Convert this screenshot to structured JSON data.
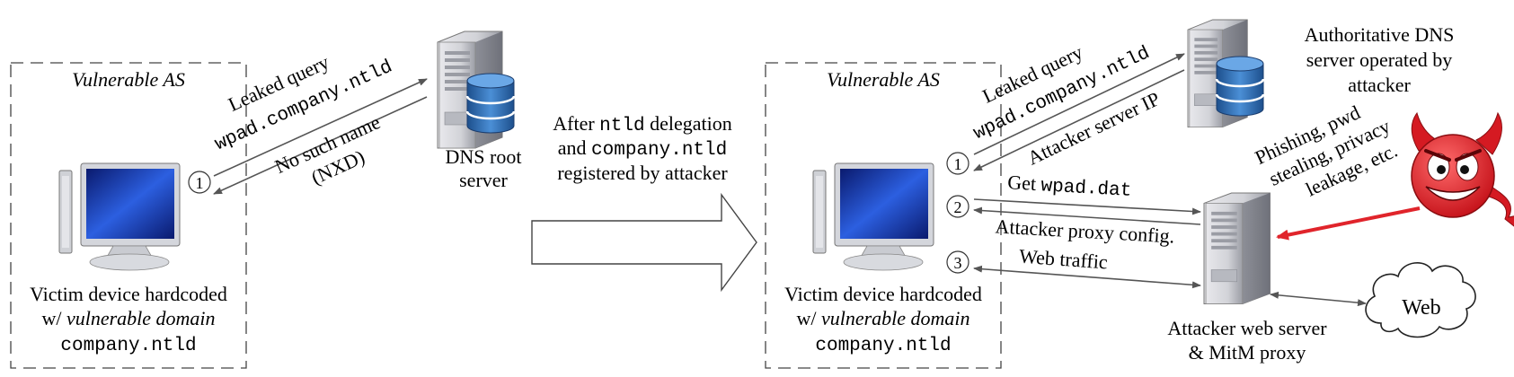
{
  "left_panel": {
    "as_label": "Vulnerable AS",
    "query_label": "Leaked query",
    "query_domain": "wpad.company.ntld",
    "reply_line1": "No such name",
    "reply_line2": "(NXD)",
    "step": "1",
    "victim_line1": "Victim device hardcoded",
    "victim_line2_prefix": "w/ ",
    "victim_line2_em": "vulnerable domain",
    "victim_domain": "company.ntld",
    "server_line1": "DNS root",
    "server_line2": "server"
  },
  "transition": {
    "line1_a": "After ",
    "line1_mono": "ntld",
    "line1_b": " delegation",
    "line2_a": "and ",
    "line2_mono": "company.ntld",
    "line3": "registered by attacker"
  },
  "right_panel": {
    "as_label": "Vulnerable AS",
    "query_label": "Leaked query",
    "query_domain": "wpad.company.ntld",
    "reply_label": "Attacker server IP",
    "step1": "1",
    "step2": "2",
    "step3": "3",
    "get_label": "Get ",
    "get_file": "wpad.dat",
    "proxy_config": "Attacker proxy config.",
    "web_traffic": "Web traffic",
    "victim_line1": "Victim device hardcoded",
    "victim_line2_prefix": "w/ ",
    "victim_line2_em": "vulnerable domain",
    "victim_domain": "company.ntld",
    "dns_line1": "Authoritative DNS",
    "dns_line2": "server operated by",
    "dns_line3": "attacker",
    "attack_line1": "Phishing, pwd",
    "attack_line2": "stealing, privacy",
    "attack_line3": "leakage, etc.",
    "web_label": "Web",
    "attacker_line1": "Attacker web server",
    "attacker_line2": "& MitM proxy"
  },
  "colors": {
    "arrow": "#555555",
    "attack_arrow": "#e0242b",
    "devil": "#e0242b",
    "db": "#2f6fb3",
    "screen": "#1a3fb0"
  }
}
